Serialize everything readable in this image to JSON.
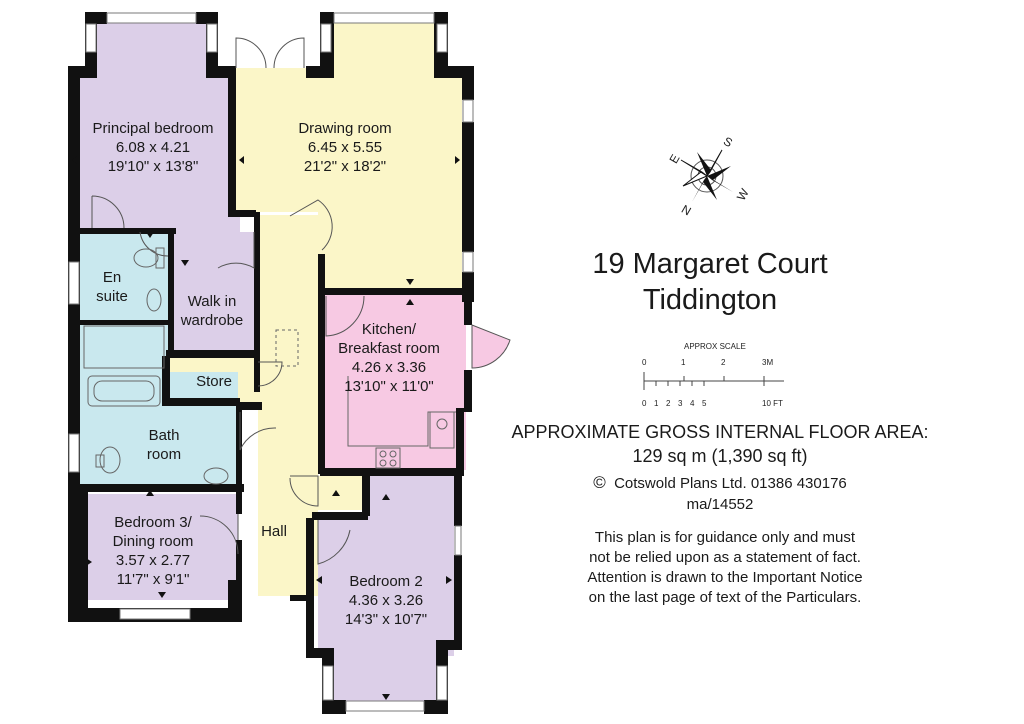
{
  "rooms": {
    "principal_bedroom": {
      "name": "Principal bedroom",
      "metric": "6.08 x 4.21",
      "imperial": "19'10\" x 13'8\""
    },
    "drawing_room": {
      "name": "Drawing room",
      "metric": "6.45 x 5.55",
      "imperial": "21'2\" x 18'2\""
    },
    "en_suite": {
      "line1": "En",
      "line2": "suite"
    },
    "walk_in_wardrobe": {
      "line1": "Walk in",
      "line2": "wardrobe"
    },
    "kitchen": {
      "line1": "Kitchen/",
      "line2": "Breakfast room",
      "metric": "4.26 x 3.36",
      "imperial": "13'10\" x 11'0\""
    },
    "store": {
      "name": "Store"
    },
    "bath_room": {
      "line1": "Bath",
      "line2": "room"
    },
    "hall": {
      "name": "Hall"
    },
    "bedroom3": {
      "line1": "Bedroom 3/",
      "line2": "Dining room",
      "metric": "3.57 x 2.77",
      "imperial": "11'7\" x 9'1\""
    },
    "bedroom2": {
      "name": "Bedroom 2",
      "metric": "4.36 x 3.26",
      "imperial": "14'3\" x 10'7\""
    }
  },
  "compass": {
    "n": "N",
    "s": "S",
    "e": "E",
    "w": "W"
  },
  "address": {
    "line1": "19 Margaret Court",
    "line2": "Tiddington"
  },
  "scale": {
    "title": "APPROX SCALE",
    "metres": [
      "0",
      "1",
      "2",
      "3M"
    ],
    "feet": [
      "0",
      "1",
      "2",
      "3",
      "4",
      "5",
      "10 FT"
    ]
  },
  "area": {
    "line1": "APPROXIMATE GROSS INTERNAL FLOOR AREA:",
    "line2": "129 sq m (1,390 sq ft)"
  },
  "copyright": {
    "symbol": "©",
    "text": "Cotswold Plans Ltd. 01386 430176",
    "ref": "ma/14552"
  },
  "disclaimer": [
    "This plan is for guidance only and must",
    "not be relied upon as a statement of fact.",
    "Attention is drawn to the Important Notice",
    "on the last page of text of the Particulars."
  ],
  "colors": {
    "bedroom": "#dccfe8",
    "yellow": "#fbf6c8",
    "bath": "#c9e8ee",
    "kitchen": "#f7c9e3",
    "wall": "#111111"
  }
}
